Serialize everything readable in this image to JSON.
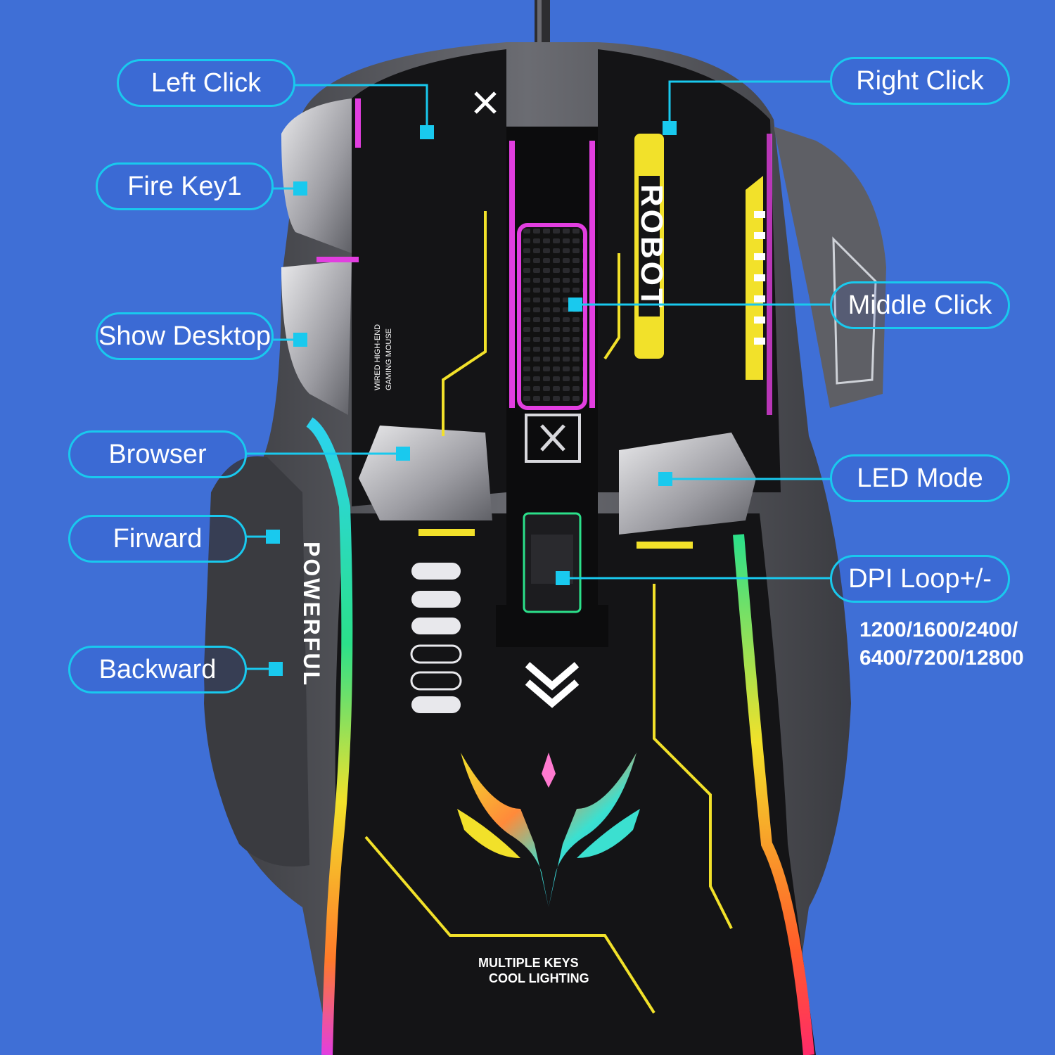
{
  "colors": {
    "background": "#3f6fd6",
    "callout": "#19c9ee",
    "mouse_body": "#141416",
    "mouse_shell": "#5c5d63",
    "accent_yellow": "#f2e12a",
    "accent_magenta": "#e23ee0"
  },
  "callouts": {
    "left_click": "Left Click",
    "right_click": "Right Click",
    "fire_key1": "Fire Key1",
    "middle_click": "Middle Click",
    "show_desktop": "Show Desktop",
    "browser": "Browser",
    "led_mode": "LED Mode",
    "forward": "Firward",
    "dpi_loop": "DPI Loop+/-",
    "backward": "Backward"
  },
  "dpi_values": {
    "line1": "1200/1600/2400/",
    "line2": "6400/7200/12800"
  },
  "mouse_prints": {
    "robot": "ROBOT",
    "powerful": "POWERFUL",
    "wired_line1": "WIRED HIGH-END",
    "wired_line2": "GAMING MOUSE",
    "multiple_keys": "MULTIPLE KEYS",
    "cool_lighting": "COOL LIGHTING"
  }
}
